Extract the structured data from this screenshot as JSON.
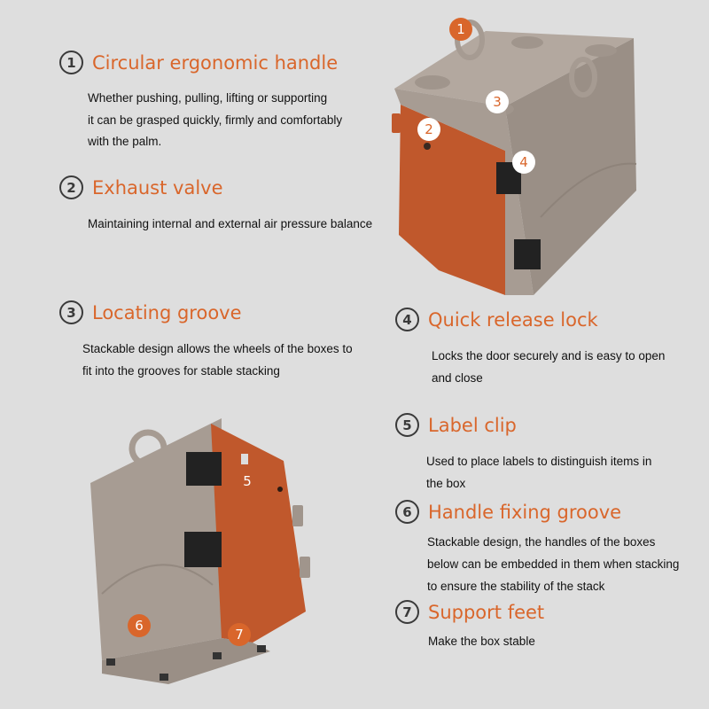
{
  "features": [
    {
      "number": "1",
      "title": "Circular ergonomic handle",
      "desc_lines": [
        "Whether pushing, pulling, lifting or supporting",
        "it can be grasped quickly, firmly and comfortably",
        "with the palm."
      ]
    },
    {
      "number": "2",
      "title": "Exhaust valve",
      "desc_lines": [
        "Maintaining internal and external air pressure balance"
      ]
    },
    {
      "number": "3",
      "title": "Locating groove",
      "desc_lines": [
        "Stackable design allows the wheels of the boxes to",
        "fit into the grooves for stable stacking"
      ]
    },
    {
      "number": "4",
      "title": "Quick release lock",
      "desc_lines": [
        "Locks the door securely and is easy to open",
        "and close"
      ]
    },
    {
      "number": "5",
      "title": "Label clip",
      "desc_lines": [
        "Used to place labels to distinguish items in",
        "the box"
      ]
    },
    {
      "number": "6",
      "title": "Handle fixing groove",
      "desc_lines": [
        "Stackable design, the handles of the boxes",
        "below can be embedded in them when stacking",
        "to ensure the stability of the stack"
      ]
    },
    {
      "number": "7",
      "title": "Support feet",
      "desc_lines": [
        "Make the box stable"
      ]
    }
  ],
  "badges": {
    "b1": "1",
    "b2": "2",
    "b3": "3",
    "b4": "4",
    "b5": "5",
    "b6": "6",
    "b7": "7"
  },
  "colors": {
    "accent": "#d9662b",
    "box_gray": "#a79c93",
    "door_orange": "#c0582c",
    "badge": "#d9662b",
    "background": "#dedede"
  }
}
